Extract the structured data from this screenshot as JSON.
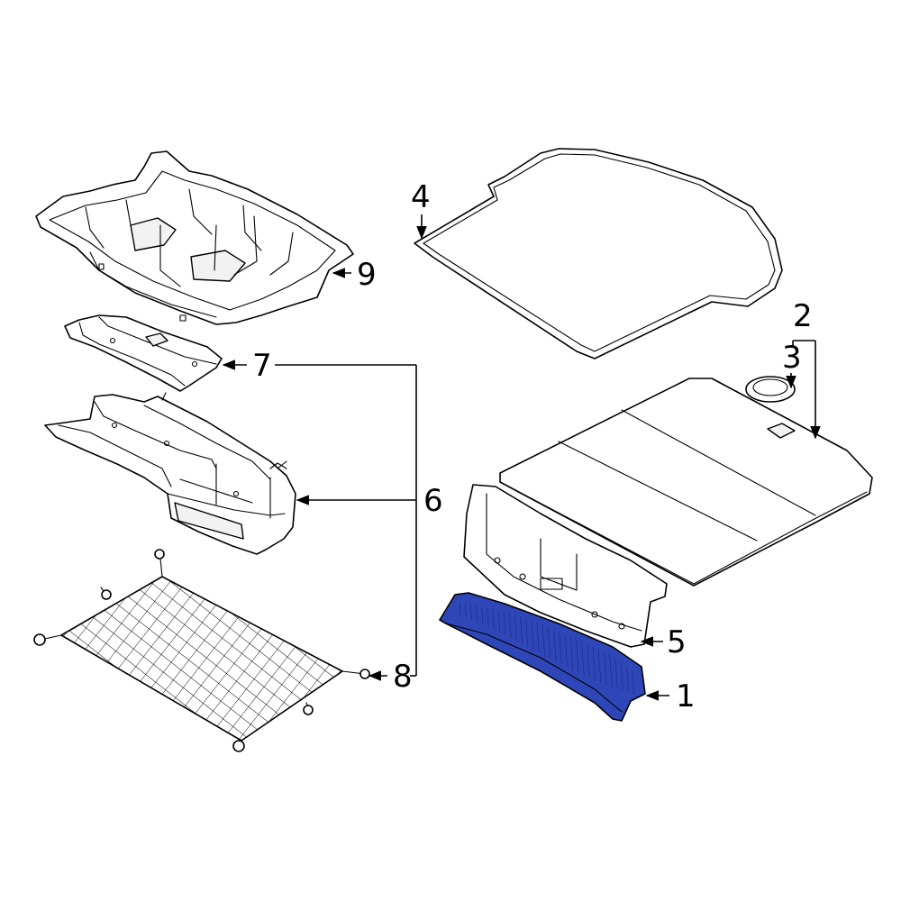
{
  "diagram": {
    "callouts": {
      "c1": "1",
      "c2": "2",
      "c3": "3",
      "c4": "4",
      "c5": "5",
      "c6": "6",
      "c7": "7",
      "c8": "8",
      "c9": "9"
    },
    "highlight_color": "#2f46b8",
    "highlight_dark": "#1a2a85"
  }
}
